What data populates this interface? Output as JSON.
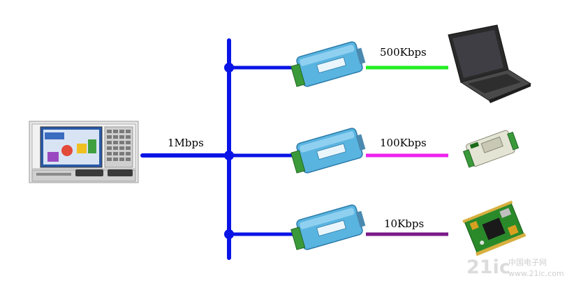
{
  "colors": {
    "bus": "#0a14e6",
    "link_500": "#22ee22",
    "link_100": "#ee22ee",
    "link_10": "#7a1a88",
    "converter": "#5ab4e0",
    "terminal": "#3a9a3a"
  },
  "diagram": {
    "main_link_label": "1Mbps",
    "branches": [
      {
        "speed_label": "500Kbps",
        "device_icon": "laptop-icon"
      },
      {
        "speed_label": "100Kbps",
        "device_icon": "industrial-module-icon"
      },
      {
        "speed_label": "10Kbps",
        "device_icon": "circuit-board-icon"
      }
    ]
  },
  "watermark": {
    "brand": "21ic",
    "cn": "中国电子网",
    "url": "www.21ic.com"
  }
}
